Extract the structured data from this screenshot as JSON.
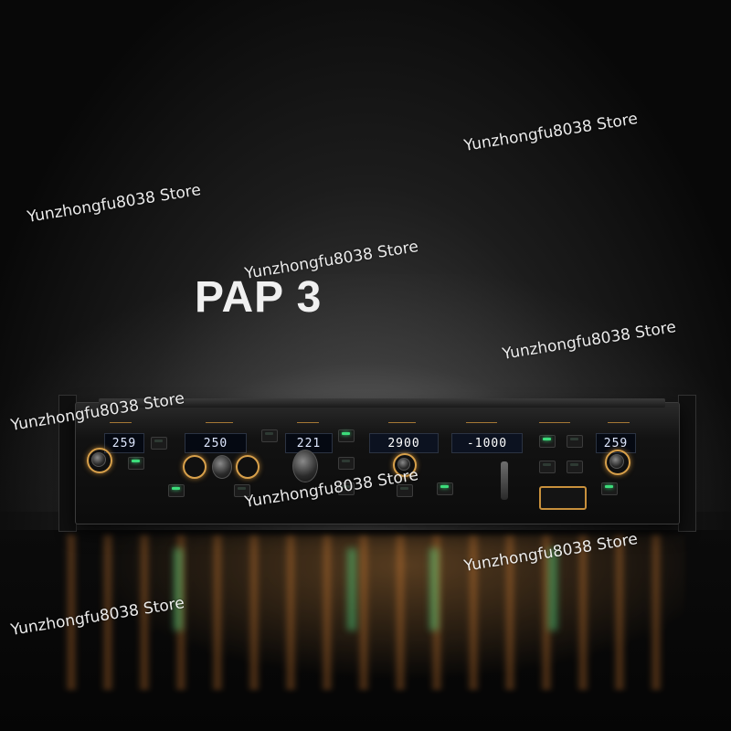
{
  "title": "PAP 3",
  "watermark_text": "Yunzhongfu8038 Store",
  "panel": {
    "displays": {
      "course_left": "259",
      "ias_mach": "250",
      "heading": "221",
      "altitude": "2900",
      "vert_speed": "-1000",
      "course_right": "259"
    }
  },
  "colors": {
    "background": "#080808",
    "panel_backlight": "#e8b060",
    "annunciator_green": "#3cdc7a",
    "lcd_text": "#dfe8ff"
  }
}
